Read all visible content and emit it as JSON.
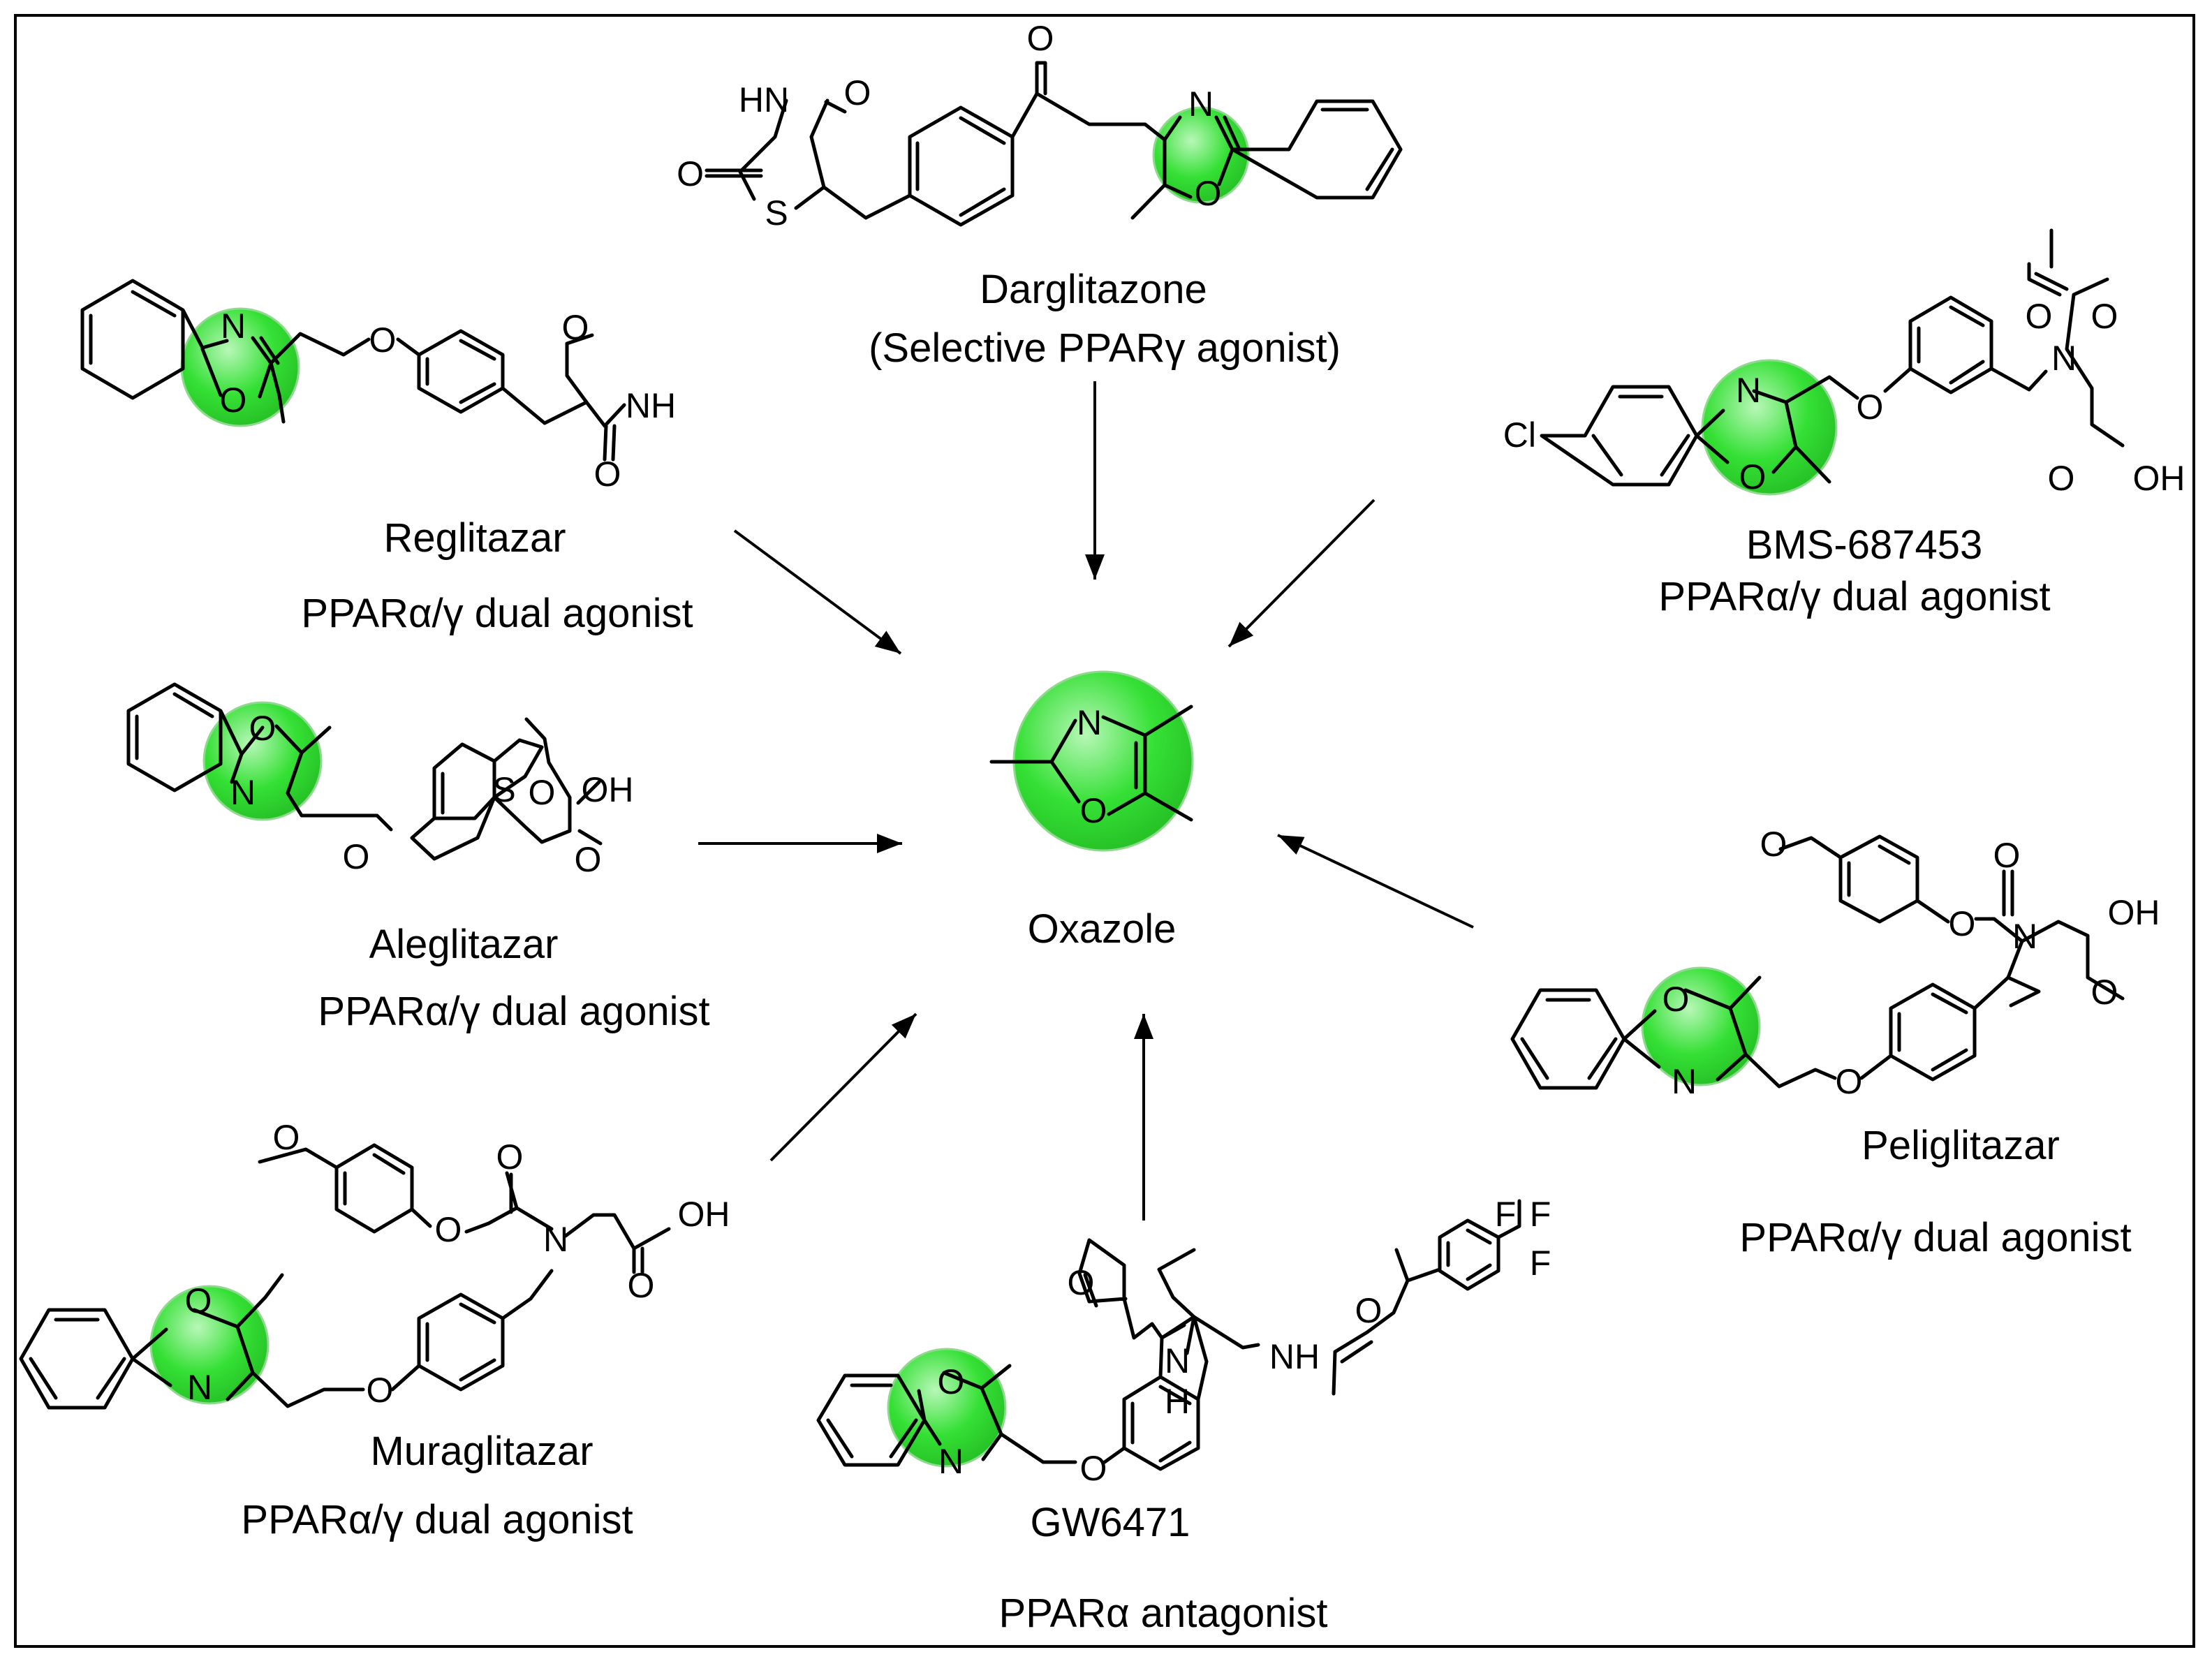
{
  "highlight_color": "#35e035",
  "center": {
    "name": "Oxazole"
  },
  "compounds": {
    "darglitazone": {
      "name": "Darglitazone",
      "activity": "(Selective PPARγ agonist)"
    },
    "reglitazar": {
      "name": "Reglitazar",
      "activity": "PPARα/γ dual agonist"
    },
    "bms": {
      "name": "BMS-687453",
      "activity": "PPARα/γ dual agonist"
    },
    "aleglitazar": {
      "name": "Aleglitazar",
      "activity": "PPARα/γ dual agonist"
    },
    "peliglitazar": {
      "name": "Peliglitazar",
      "activity": "PPARα/γ dual agonist"
    },
    "muraglitazar": {
      "name": "Muraglitazar",
      "activity": "PPARα/γ dual agonist"
    },
    "gw6471": {
      "name": "GW6471",
      "activity": "PPARα antagonist"
    }
  },
  "atoms": {
    "O": "O",
    "N": "N",
    "S": "S",
    "HN": "HN",
    "NH": "NH",
    "OH": "OH",
    "Cl": "Cl",
    "F": "F",
    "H": "H"
  }
}
